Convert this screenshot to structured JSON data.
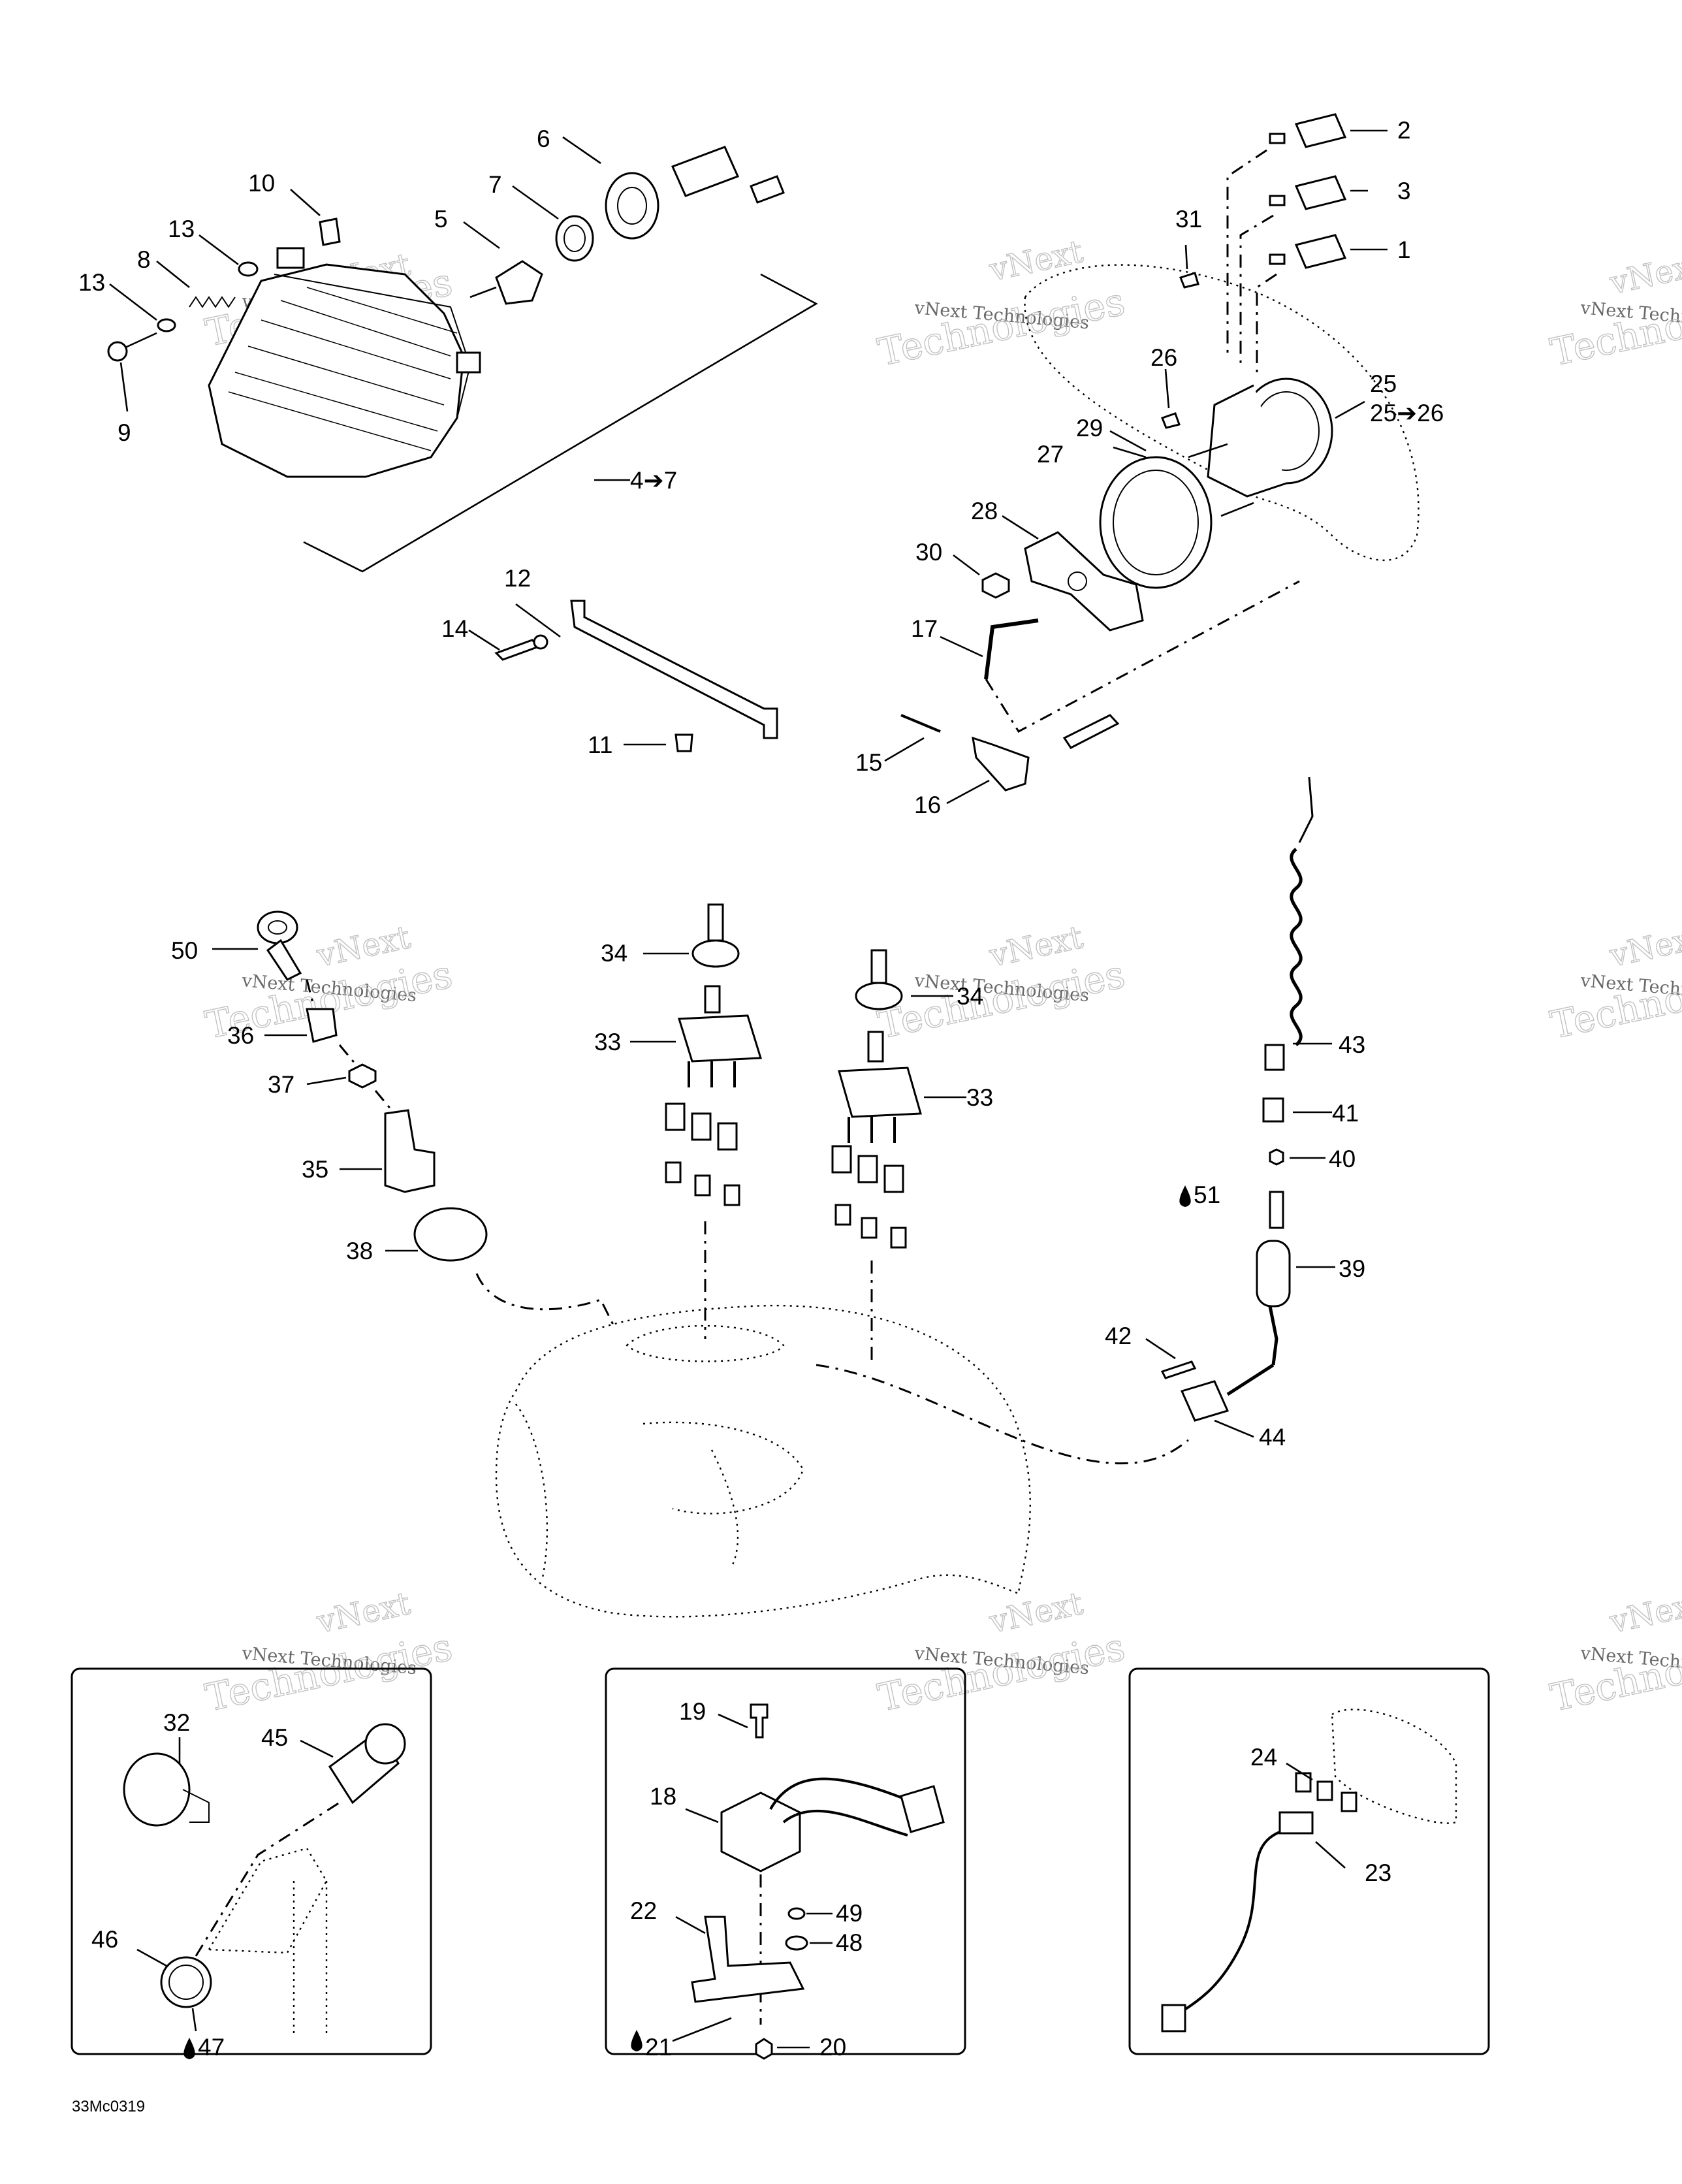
{
  "diagram_code": "33Mc0319",
  "watermark": {
    "small": "vNext Technologies",
    "large": "Technologies",
    "large_top": "vNext"
  },
  "callouts": {
    "c1": "1",
    "c2": "2",
    "c3": "3",
    "c4to7": "4➔7",
    "c5": "5",
    "c6": "6",
    "c7": "7",
    "c8": "8",
    "c9": "9",
    "c10": "10",
    "c11": "11",
    "c12": "12",
    "c13a": "13",
    "c13b": "13",
    "c14": "14",
    "c15": "15",
    "c16": "16",
    "c17": "17",
    "c18": "18",
    "c19": "19",
    "c20": "20",
    "c21": "21",
    "c22": "22",
    "c23": "23",
    "c24": "24",
    "c25": "25",
    "c25to26": "25➔26",
    "c26": "26",
    "c27": "27",
    "c28": "28",
    "c29": "29",
    "c30": "30",
    "c31": "31",
    "c32": "32",
    "c33a": "33",
    "c33b": "33",
    "c34a": "34",
    "c34b": "34",
    "c35": "35",
    "c36": "36",
    "c37": "37",
    "c38": "38",
    "c39": "39",
    "c40": "40",
    "c41": "41",
    "c42": "42",
    "c43": "43",
    "c44": "44",
    "c45": "45",
    "c46": "46",
    "c47": "47",
    "c48": "48",
    "c49": "49",
    "c50": "50",
    "c51": "51"
  }
}
